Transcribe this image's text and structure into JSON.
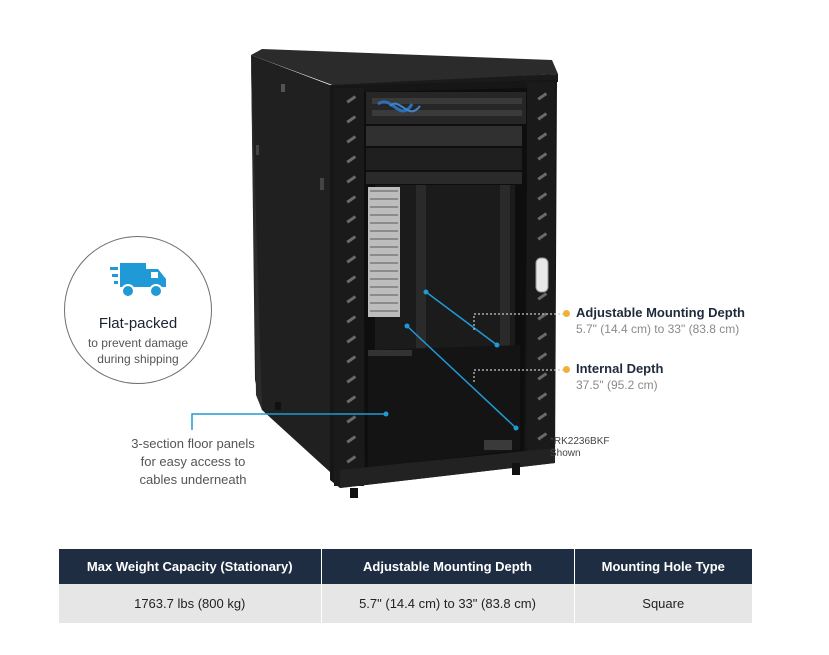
{
  "badge": {
    "icon": "delivery-truck-icon",
    "title": "Flat-packed",
    "subtitle_line1": "to prevent damage",
    "subtitle_line2": "during shipping"
  },
  "callouts": {
    "mounting_depth": {
      "title": "Adjustable Mounting Depth",
      "value": "5.7\" (14.4 cm) to 33\" (83.8 cm)"
    },
    "internal_depth": {
      "title": "Internal Depth",
      "value": "37.5\" (95.2 cm)"
    },
    "floor_panels": {
      "line1": "3-section floor panels",
      "line2": "for easy access to",
      "line3": "cables underneath"
    },
    "model_note": {
      "line1": "*RK2236BKF",
      "line2": "Shown"
    }
  },
  "colors": {
    "accent_line": "#1f9ad6",
    "callout_dot": "#f2b134",
    "table_header_bg": "#1f2d42",
    "table_row_bg": "#e6e6e6",
    "truck_icon": "#1f9ad6"
  },
  "specs_table": {
    "headers": [
      "Max Weight Capacity (Stationary)",
      "Adjustable Mounting  Depth",
      "Mounting Hole Type"
    ],
    "rows": [
      [
        "1763.7 lbs (800 kg)",
        "5.7\" (14.4 cm) to 33\" (83.8 cm)",
        "Square"
      ]
    ]
  }
}
